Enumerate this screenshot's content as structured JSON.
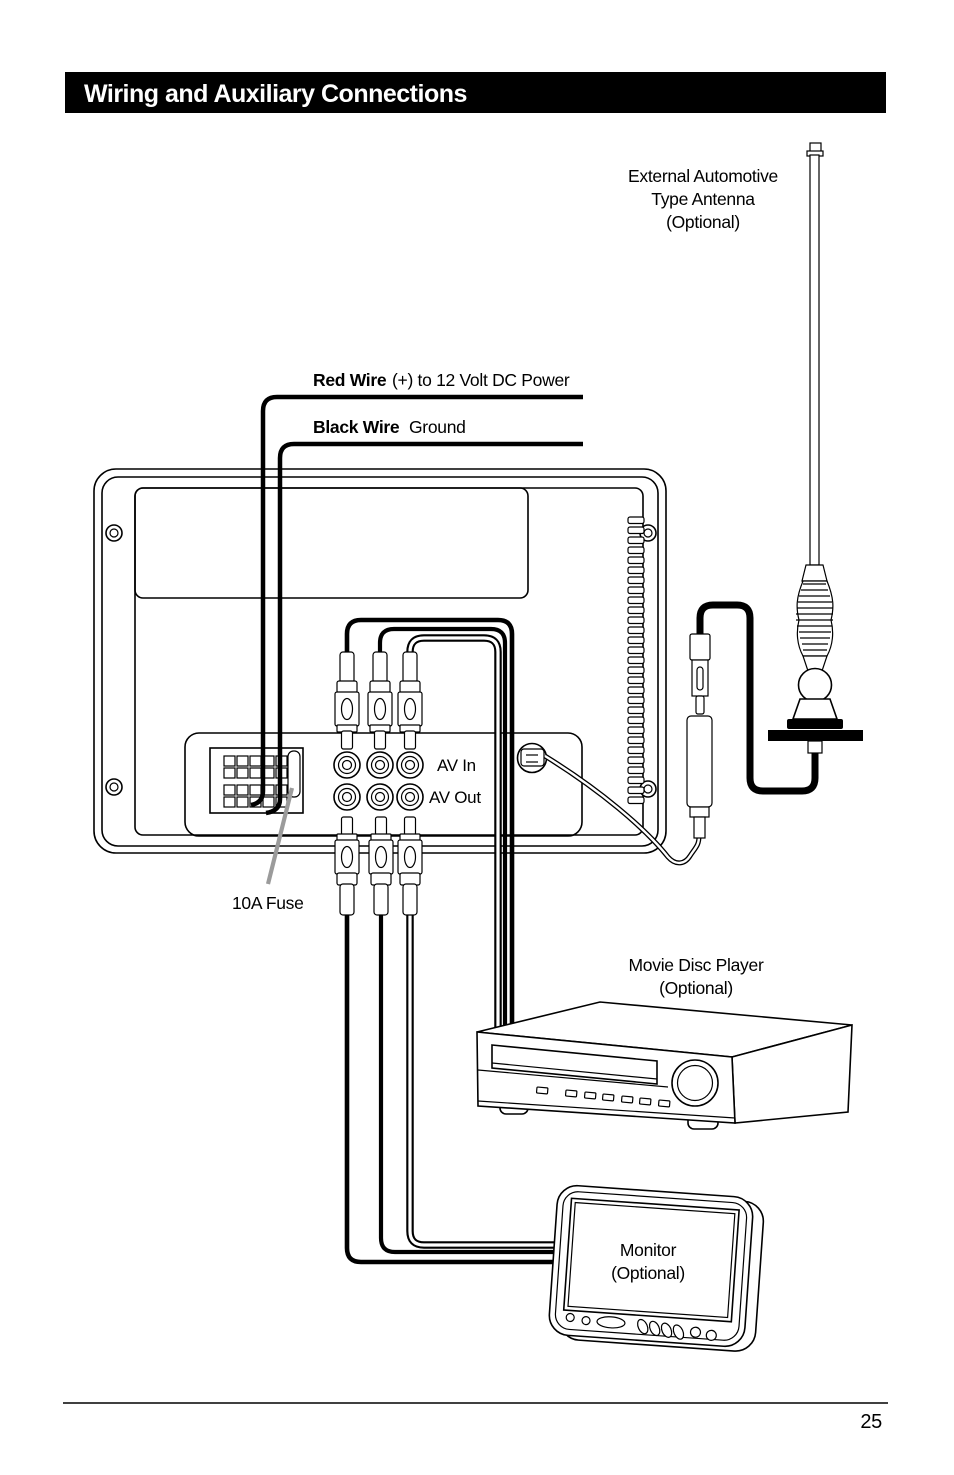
{
  "header": {
    "title": "Wiring and Auxiliary Connections"
  },
  "footer": {
    "page_number": "25"
  },
  "diagram": {
    "antenna_label": [
      "External Automotive",
      "Type Antenna",
      "(Optional)"
    ],
    "wires": {
      "red_bold": "Red Wire",
      "red_rest": "(+) to 12 Volt DC Power",
      "black_bold": "Black Wire",
      "black_rest": "Ground"
    },
    "connectors": {
      "av_in": "AV In",
      "av_out": "AV Out"
    },
    "fuse_label": "10A Fuse",
    "disc_player_label": [
      "Movie Disc Player",
      "(Optional)"
    ],
    "monitor_label": [
      "Monitor",
      "(Optional)"
    ],
    "colors": {
      "plug_dark": "#8f8f8f",
      "plug_white": "#ffffff",
      "plug_light": "#c6c6c6",
      "pointer_gray": "#9b9b9b",
      "ink": "#000000",
      "paper": "#ffffff"
    }
  }
}
